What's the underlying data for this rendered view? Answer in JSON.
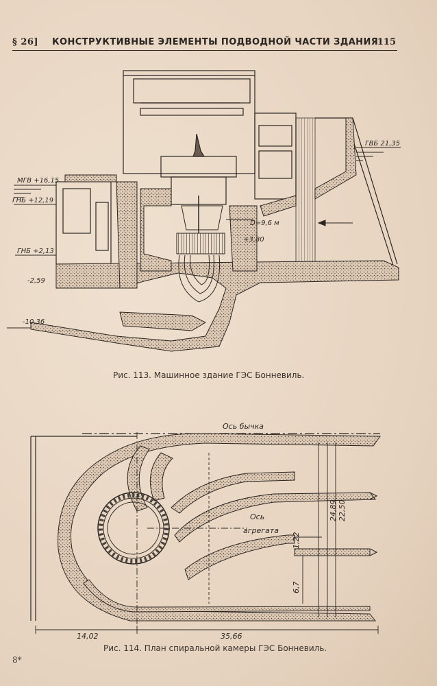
{
  "header": {
    "section": "§ 26]",
    "title": "КОНСТРУКТИВНЫЕ ЭЛЕМЕНТЫ ПОДВОДНОЙ ЧАСТИ ЗДАНИЯ",
    "page": "115"
  },
  "fig113": {
    "levels": [
      "МГВ +16,15",
      "ГНБ +12,19",
      "ГНБ +2,13",
      "-2,59",
      "-10,36",
      "ГВБ 21,35",
      "+3,80"
    ],
    "diameter": "D=9,6 м"
  },
  "fig114": {
    "pier_axis": "Ось бычка",
    "unit_axis_1": "Ось",
    "unit_axis_2": "агрегата",
    "dims": [
      "14,02",
      "35,66",
      "24,89",
      "22,50",
      "1,22",
      "6,7"
    ]
  },
  "captions": {
    "fig113": "Рис. 113. Машинное здание ГЭС Бонневиль.",
    "fig114": "Рис. 114. План спиральной камеры ГЭС Бонневиль."
  },
  "footer": {
    "signature": "8*"
  }
}
